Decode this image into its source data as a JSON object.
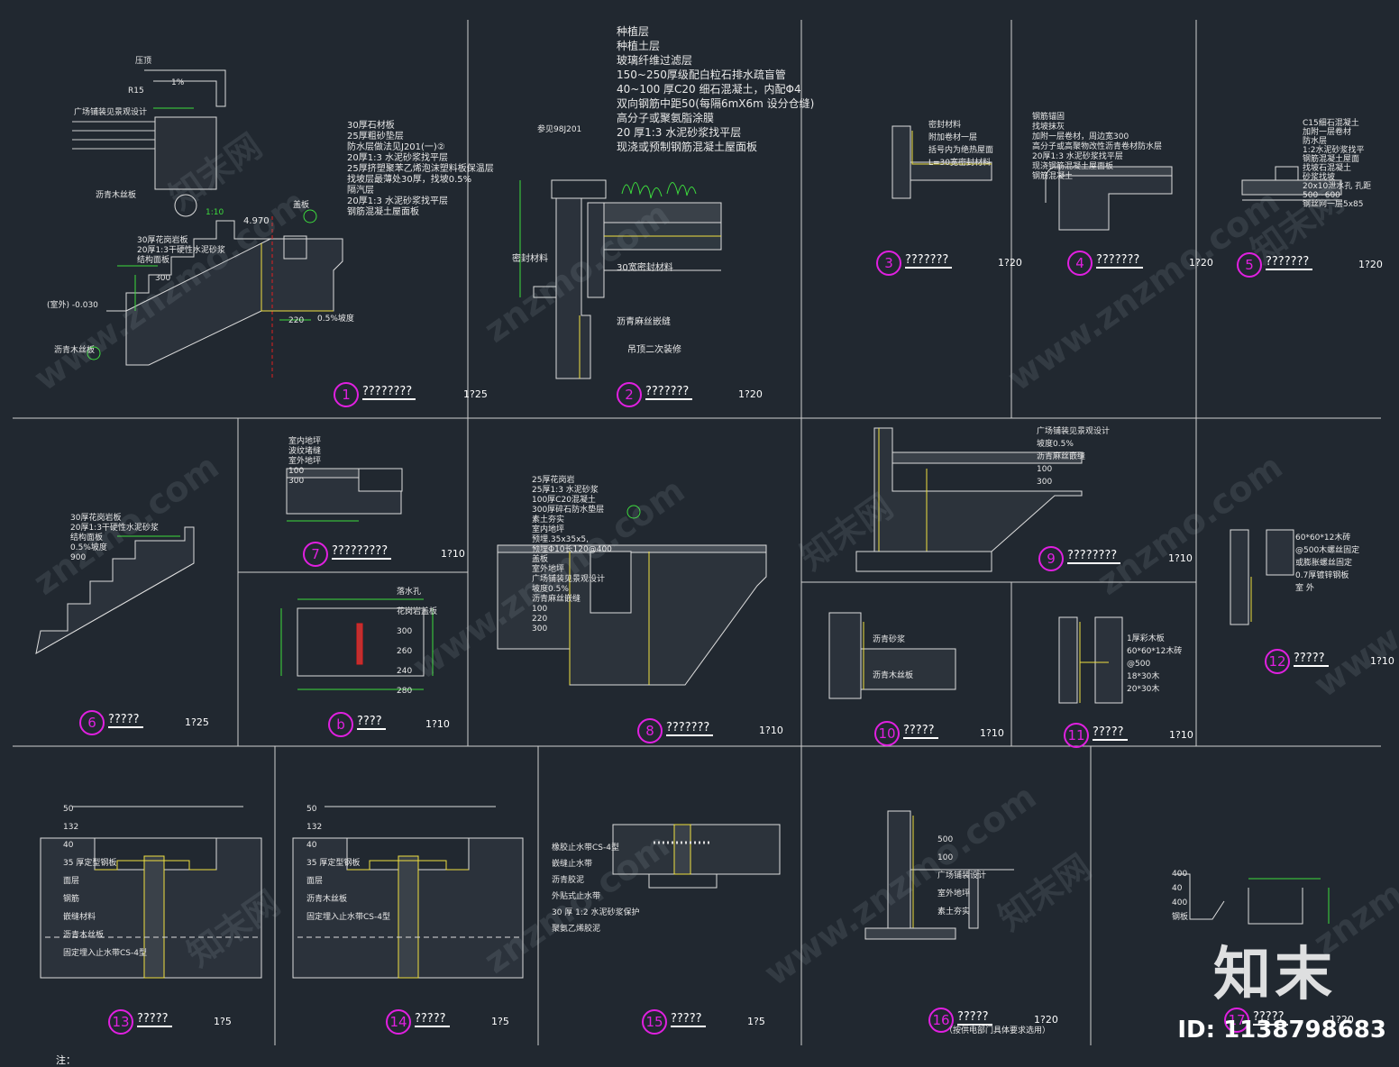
{
  "panel_titles": [
    {
      "num": "1",
      "text": "????????",
      "scale": "1?25"
    },
    {
      "num": "2",
      "text": "???????",
      "scale": "1?20"
    },
    {
      "num": "3",
      "text": "???????",
      "scale": "1?20"
    },
    {
      "num": "4",
      "text": "???????",
      "scale": "1?20"
    },
    {
      "num": "5",
      "text": "???????",
      "scale": "1?20"
    },
    {
      "num": "6",
      "text": "?????",
      "scale": "1?25"
    },
    {
      "num": "7",
      "text": "?????????",
      "scale": "1?10"
    },
    {
      "num": "b",
      "text": "????",
      "scale": "1?10"
    },
    {
      "num": "8",
      "text": "???????",
      "scale": "1?10"
    },
    {
      "num": "9",
      "text": "????????",
      "scale": "1?10"
    },
    {
      "num": "10",
      "text": "?????",
      "scale": "1?10"
    },
    {
      "num": "11",
      "text": "?????",
      "scale": "1?10"
    },
    {
      "num": "12",
      "text": "?????",
      "scale": "1?10"
    },
    {
      "num": "13",
      "text": "?????",
      "scale": "1?5"
    },
    {
      "num": "14",
      "text": "?????",
      "scale": "1?5"
    },
    {
      "num": "15",
      "text": "?????",
      "scale": "1?5"
    },
    {
      "num": "16",
      "text": "?????",
      "scale": "1?20"
    },
    {
      "num": "17",
      "text": "?????",
      "scale": "1?20"
    }
  ],
  "panel16_sub": "（按供电部门具体要求选用）",
  "d1_labels": {
    "layers": [
      "30厚石材板",
      "25厚粗砂垫层",
      "防水层做法见J201(一)②",
      "20厚1:3 水泥砂浆找平层",
      "25厚挤塑聚苯乙烯泡沫塑料板保温层",
      "找坡层最薄处30厚，找坡0.5%",
      "隔汽层",
      "20厚1:3 水泥砂浆找平层",
      "钢筋混凝土屋面板"
    ],
    "stair_layers": [
      "30厚花岗岩板",
      "20厚1:3干硬性水泥砂浆",
      "结构面板"
    ],
    "elev1": "4.970",
    "elev2": "(室外) -0.030",
    "slope": "0.5%坡度",
    "dim_300": "300",
    "dim_220": "220",
    "glass": "盖板",
    "drain": "广场铺装见景观设计",
    "ref": "1:10",
    "asphalt": "沥青木丝板",
    "pct": "1%",
    "r15": "R15",
    "pressure": "压顶"
  },
  "d2_labels": {
    "layers": [
      "种植层",
      "种植土层",
      "玻璃纤维过滤层",
      "150~250厚级配白粒石排水疏盲管",
      "40~100 厚C20 细石混凝土，内配Φ4",
      "双向钢筋中距50(每隔6mX6m 设分仓缝)",
      "高分子或聚氨脂涂膜",
      "20 厚1:3 水泥砂浆找平层",
      "现浇或预制钢筋混凝土屋面板"
    ],
    "ref": "参见98J201",
    "seal": "密封材料",
    "seal2": "30宽密封材料",
    "asphalt": "沥青麻丝嵌缝",
    "ceiling": "吊顶二次装修"
  },
  "d3_labels": [
    "密封材料",
    "附加卷材一层",
    "括号内为绝热屋面",
    "L=30宽密封材料"
  ],
  "d4_labels": [
    "钢筋锚固",
    "找坡抹灰",
    "加附一层卷材，周边宽300",
    "高分子或高聚物改性沥青卷材防水层",
    "20厚1:3 水泥砂浆找平层",
    "现浇钢筋混凝土屋面板",
    "钢筋混凝土"
  ],
  "d5_labels": [
    "C15细石混凝土",
    "加附一层卷材",
    "防水层",
    "1:2水泥砂浆找平",
    "钢筋混凝土屋面",
    "找坡石混凝土",
    "砂浆找坡",
    "20x10泄水孔 孔距",
    "500~600",
    "钢丝网一层5x85"
  ],
  "d6_labels": [
    "30厚花岗岩板",
    "20厚1:3干硬性水泥砂浆",
    "结构面板",
    "0.5%坡度",
    "900"
  ],
  "d7_labels": [
    "室内地坪",
    "波纹堵缝",
    "室外地坪",
    "100",
    "300"
  ],
  "db_labels": [
    "落水孔",
    "花岗岩盖板",
    "300",
    "260",
    "240",
    "280"
  ],
  "d8_labels": [
    "25厚花岗岩",
    "25厚1:3 水泥砂浆",
    "100厚C20混凝土",
    "300厚碎石防水垫层",
    "素土夯实",
    "室内地坪",
    "预埋.35x35x5,",
    "预埋Φ10长120@400",
    "盖板",
    "室外地坪",
    "广场铺装见景观设计",
    "坡度0.5%",
    "沥青麻丝嵌缝",
    "100",
    "220",
    "300"
  ],
  "d9_labels": [
    "广场铺装见景观设计",
    "坡度0.5%",
    "沥青麻丝嵌缝",
    "100",
    "300"
  ],
  "d10_labels": [
    "沥青砂浆",
    "沥青木丝板"
  ],
  "d11_labels": [
    "1厚彩木板",
    "60*60*12木砖",
    "@500",
    "18*30木",
    "20*30木"
  ],
  "d12_labels": [
    "60*60*12木砖",
    "@500木螺丝固定",
    "或膨胀螺丝固定",
    "0.7厚镀锌钢板",
    "室 外"
  ],
  "d13_labels": [
    "50",
    "132",
    "40",
    "35 厚定型钢板",
    "面层",
    "钢筋",
    "嵌缝材料",
    "沥青木丝板",
    "固定埋入止水带CS-4型"
  ],
  "d14_labels": [
    "50",
    "132",
    "40",
    "35 厚定型钢板",
    "面层",
    "沥青木丝板",
    "固定埋入止水带CS-4型"
  ],
  "d15_labels": [
    "橡胶止水带CS-4型",
    "嵌缝止水带",
    "沥青胶泥",
    "外贴式止水带",
    "30 厚 1:2 水泥砂浆保护",
    "聚氨乙烯胶泥"
  ],
  "d16_labels": [
    "500",
    "100",
    "广场铺装设计",
    "室外地坪",
    "素土夯实"
  ],
  "d17_labels": [
    "400",
    "40",
    "400",
    "钢板"
  ],
  "watermarks": [
    "www.znzmo.com",
    "知末网",
    "znzmo.com"
  ],
  "brand": {
    "logo": "知末",
    "id": "ID: 1138798683"
  },
  "note": "注："
}
